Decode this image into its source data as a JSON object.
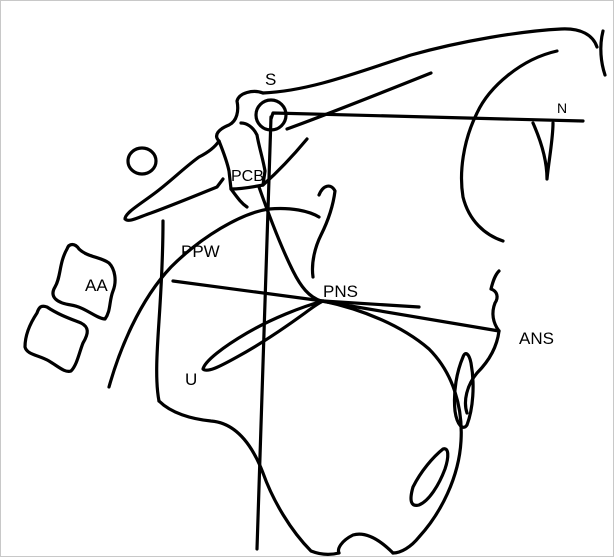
{
  "labels": {
    "s": "S",
    "n": "N",
    "pcb": "PCB",
    "ppw": "PPW",
    "aa": "AA",
    "pns": "PNS",
    "ans": "ANS",
    "u": "U"
  },
  "colors": {
    "ink": "#000000",
    "background": "#ffffff",
    "frame": "#c8c8c8"
  }
}
